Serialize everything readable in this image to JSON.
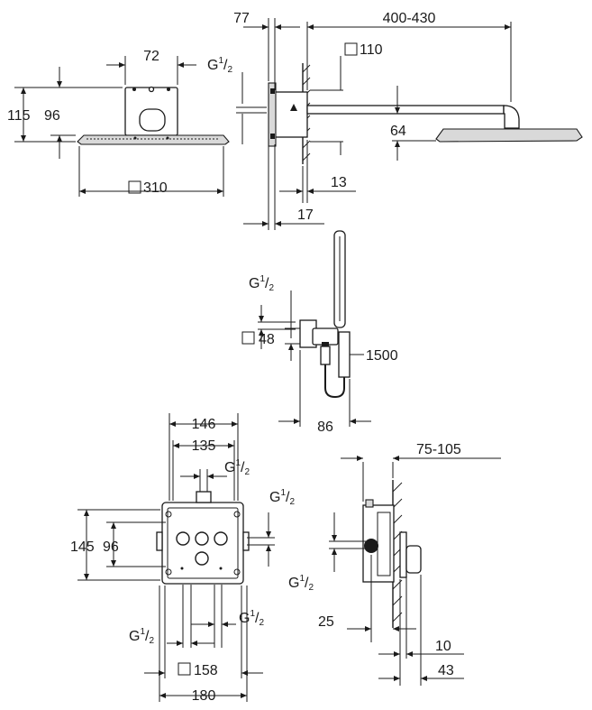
{
  "views": {
    "rain_shower_front": {
      "dims": {
        "top_width": "72",
        "total_height": "115",
        "mount_height": "96",
        "head_width": "310"
      }
    },
    "rain_shower_side": {
      "dims": {
        "wall_offset": "77",
        "arm_length": "400-430",
        "thread_pre": "G",
        "thread_sup": "1",
        "thread_den": "2",
        "flange": "110",
        "head_drop": "64",
        "depth_a": "13",
        "depth_b": "17"
      }
    },
    "hand_shower": {
      "dims": {
        "thread_pre": "G",
        "thread_sup": "1",
        "thread_den": "2",
        "outlet": "48",
        "hose_length": "1500",
        "projection": "86"
      }
    },
    "valve_front": {
      "dims": {
        "outer_width": "146",
        "inner_width": "135",
        "thread_top_pre": "G",
        "thread_top_sup": "1",
        "thread_top_den": "2",
        "thread_right_pre": "G",
        "thread_right_sup": "1",
        "thread_right_den": "2",
        "height_outer": "145",
        "height_inner": "96",
        "thread_bottom_left_pre": "G",
        "thread_bottom_left_sup": "1",
        "thread_bottom_left_den": "2",
        "thread_bottom_right_pre": "G",
        "thread_bottom_right_sup": "1",
        "thread_bottom_right_den": "2",
        "cover": "158",
        "plate_width": "180"
      }
    },
    "valve_side": {
      "dims": {
        "install_depth": "75-105",
        "thread_pre": "G",
        "thread_sup": "1",
        "thread_den": "2",
        "offset": "25",
        "trim_a": "10",
        "trim_b": "43"
      }
    }
  }
}
